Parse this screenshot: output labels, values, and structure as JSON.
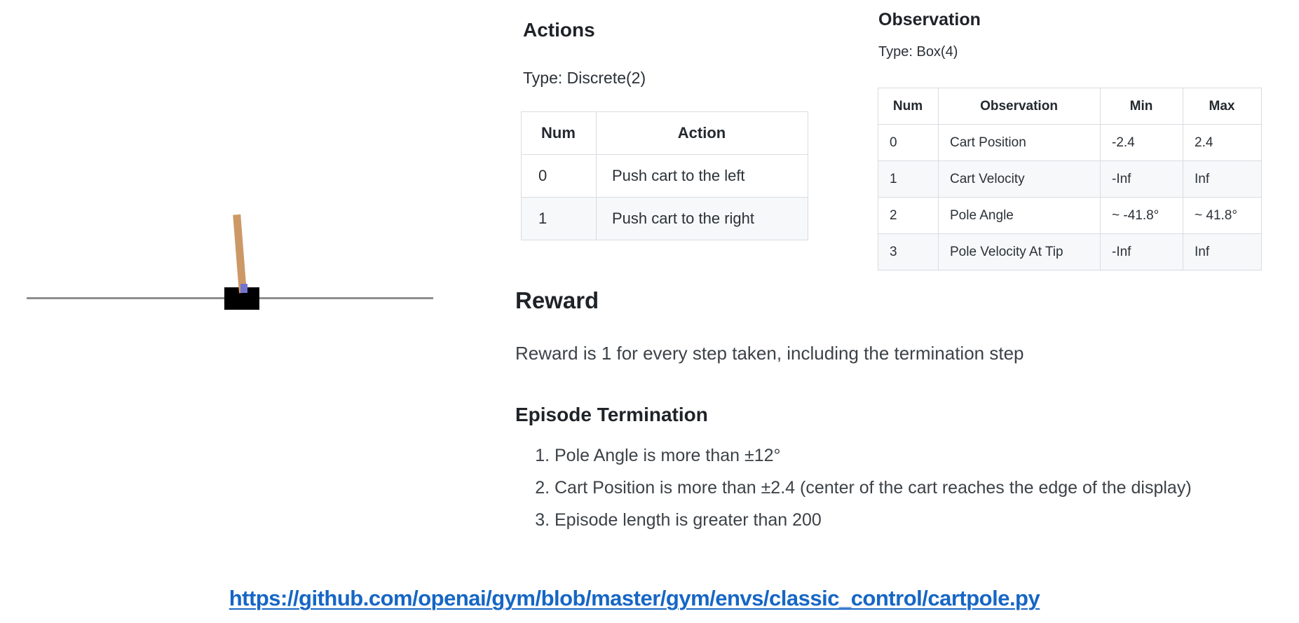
{
  "cartpole": {
    "description": "cartpole environment render",
    "cart_color": "#000000",
    "pole_color": "#cc9966",
    "axle_color": "#7274cf",
    "track_color": "#8e8e8e"
  },
  "actions": {
    "title": "Actions",
    "type_label": "Type: Discrete(2)",
    "table": {
      "headers": [
        "Num",
        "Action"
      ],
      "rows": [
        [
          "0",
          "Push cart to the left"
        ],
        [
          "1",
          "Push cart to the right"
        ]
      ]
    }
  },
  "observation": {
    "title": "Observation",
    "type_label": "Type: Box(4)",
    "table": {
      "headers": [
        "Num",
        "Observation",
        "Min",
        "Max"
      ],
      "rows": [
        [
          "0",
          "Cart Position",
          "-2.4",
          "2.4"
        ],
        [
          "1",
          "Cart Velocity",
          "-Inf",
          "Inf"
        ],
        [
          "2",
          "Pole Angle",
          "~ -41.8°",
          "~ 41.8°"
        ],
        [
          "3",
          "Pole Velocity At Tip",
          "-Inf",
          "Inf"
        ]
      ]
    }
  },
  "reward": {
    "title": "Reward",
    "description": "Reward is 1 for every step taken, including the termination step"
  },
  "episode_termination": {
    "title": "Episode Termination",
    "items": [
      "Pole Angle is more than ±12°",
      "Cart Position is more than ±2.4 (center of the cart reaches the edge of the display)",
      "Episode length is greater than 200"
    ]
  },
  "link": {
    "text": "https://github.com/openai/gym/blob/master/gym/envs/classic_control/cartpole.py",
    "color": "#1666c5"
  }
}
